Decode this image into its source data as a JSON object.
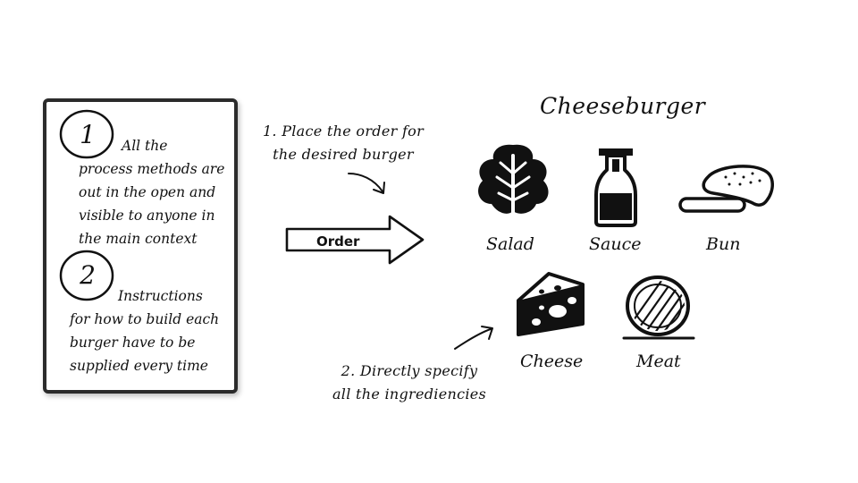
{
  "card": {
    "items": [
      {
        "number": "1",
        "first_line": "All the",
        "rest": "process methods are\nout in the open and\nvisible to anyone in\nthe main context"
      },
      {
        "number": "2",
        "first_line": "Instructions",
        "rest": "for how to build each\nburger have to be\nsupplied every time"
      }
    ]
  },
  "notes": {
    "place_order": "1. Place the order for\nthe desired burger",
    "direct_specify": "2. Directly specify\nall the ingrediencies"
  },
  "arrow": {
    "label": "Order"
  },
  "burger": {
    "title": "Cheeseburger",
    "ingredients": [
      {
        "label": "Salad",
        "icon": "salad-icon"
      },
      {
        "label": "Sauce",
        "icon": "sauce-bottle-icon"
      },
      {
        "label": "Bun",
        "icon": "bun-icon"
      },
      {
        "label": "Cheese",
        "icon": "cheese-icon"
      },
      {
        "label": "Meat",
        "icon": "meat-patty-icon"
      }
    ]
  }
}
